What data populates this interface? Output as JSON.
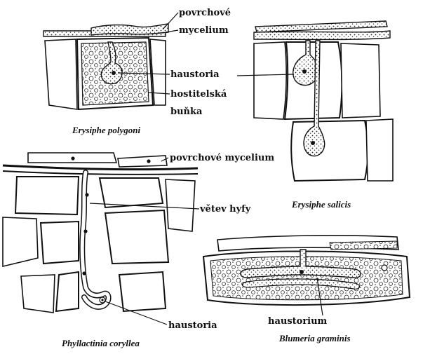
{
  "labels": {
    "povrchove": "povrchové",
    "mycelium": "mycelium",
    "haustoria_top": "haustoria",
    "hostitelska": "hostitelská",
    "bunka": "buňka",
    "povrchove_mycelium": "povrchové mycelium",
    "vetev_hyfy": "větev hyfy",
    "haustoria_bottom": "haustoria",
    "haustorium": "haustorium"
  },
  "captions": {
    "erysiphe_polygoni": "Erysiphe polygoni",
    "erysiphe_salicis": "Erysiphe salicis",
    "phyllactinia": "Phyllactinia coryllea",
    "blumeria": "Blumeria graminis"
  }
}
